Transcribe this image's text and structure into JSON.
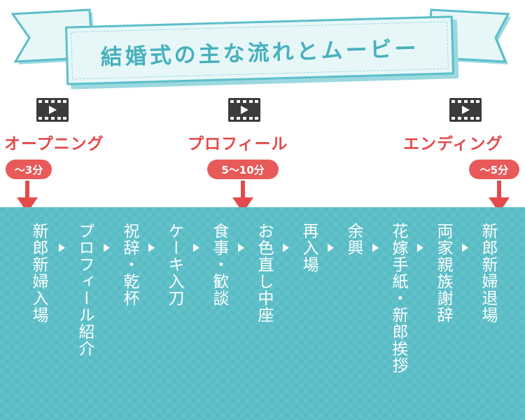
{
  "title": "結婚式の主な流れとムービー",
  "phases": [
    {
      "label": "オープニング",
      "duration": "～3分",
      "icon": "movie-icon"
    },
    {
      "label": "プロフィール",
      "duration": "5～10分",
      "icon": "movie-icon"
    },
    {
      "label": "エンディング",
      "duration": "～5分",
      "icon": "movie-icon"
    }
  ],
  "steps": [
    "新郎新婦入場",
    "プロフィール紹介",
    "祝辞・乾杯",
    "ケーキ入刀",
    "食事・歓談",
    "お色直し中座",
    "再入場",
    "余興",
    "花嫁手紙・新郎挨拶",
    "両家親族謝辞",
    "新郎新婦退場"
  ],
  "colors": {
    "teal": "#58bcc5",
    "banner_border": "#5bbfca",
    "banner_text": "#46b0bd",
    "accent_red": "#e34b4b",
    "pill_red": "#e85a5a",
    "icon_dark": "#3b3b3b"
  }
}
